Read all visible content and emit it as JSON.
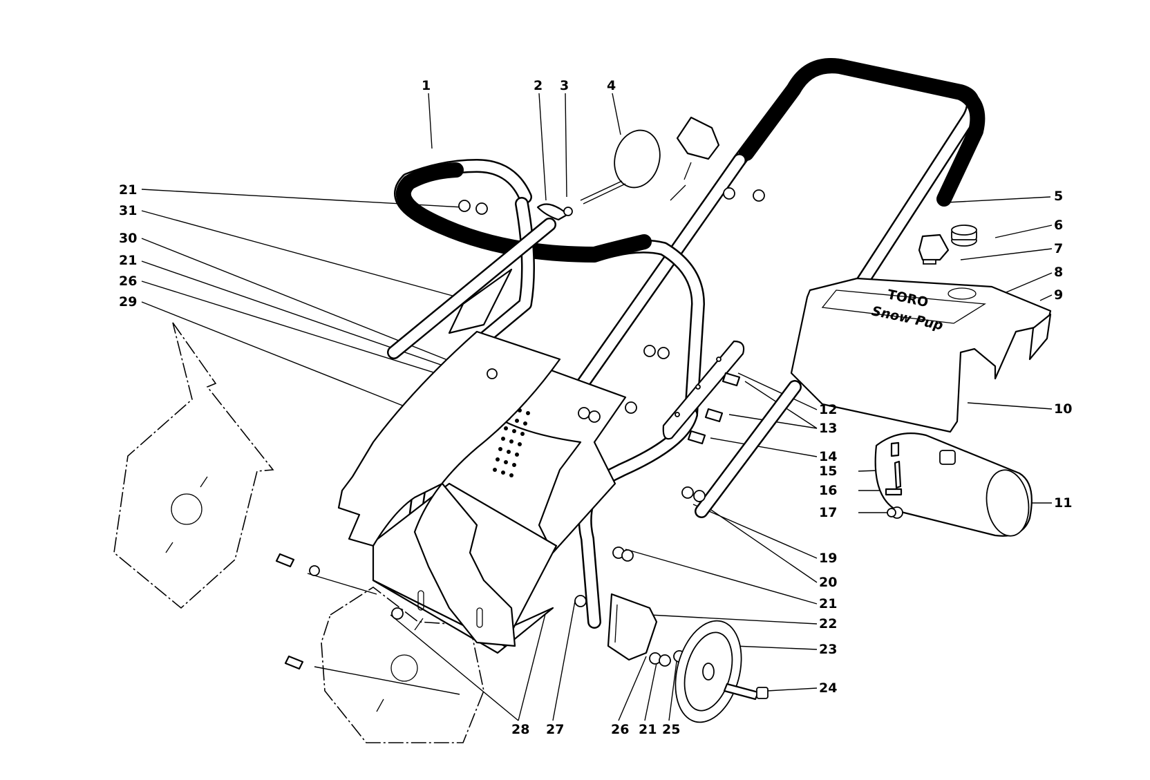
{
  "callouts": [
    {
      "id": "c1",
      "text": "1"
    },
    {
      "id": "c2",
      "text": "2"
    },
    {
      "id": "c3",
      "text": "3"
    },
    {
      "id": "c4",
      "text": "4"
    },
    {
      "id": "c5",
      "text": "5"
    },
    {
      "id": "c6",
      "text": "6"
    },
    {
      "id": "c7",
      "text": "7"
    },
    {
      "id": "c8",
      "text": "8"
    },
    {
      "id": "c9",
      "text": "9"
    },
    {
      "id": "c10",
      "text": "10"
    },
    {
      "id": "c11",
      "text": "11"
    },
    {
      "id": "c12",
      "text": "12"
    },
    {
      "id": "c13",
      "text": "13"
    },
    {
      "id": "c14",
      "text": "14"
    },
    {
      "id": "c15",
      "text": "15"
    },
    {
      "id": "c16",
      "text": "16"
    },
    {
      "id": "c17",
      "text": "17"
    },
    {
      "id": "c19",
      "text": "19"
    },
    {
      "id": "c20",
      "text": "20"
    },
    {
      "id": "c21a",
      "text": "21"
    },
    {
      "id": "c21b",
      "text": "21"
    },
    {
      "id": "c21c",
      "text": "21"
    },
    {
      "id": "c21d",
      "text": "21"
    },
    {
      "id": "c22",
      "text": "22"
    },
    {
      "id": "c23",
      "text": "23"
    },
    {
      "id": "c24",
      "text": "24"
    },
    {
      "id": "c25",
      "text": "25"
    },
    {
      "id": "c26a",
      "text": "26"
    },
    {
      "id": "c26b",
      "text": "26"
    },
    {
      "id": "c27",
      "text": "27"
    },
    {
      "id": "c28",
      "text": "28"
    },
    {
      "id": "c29",
      "text": "29"
    },
    {
      "id": "c30",
      "text": "30"
    },
    {
      "id": "c31",
      "text": "31"
    }
  ],
  "decal": {
    "brand": "TORO",
    "model_line": "Snow Pup"
  }
}
